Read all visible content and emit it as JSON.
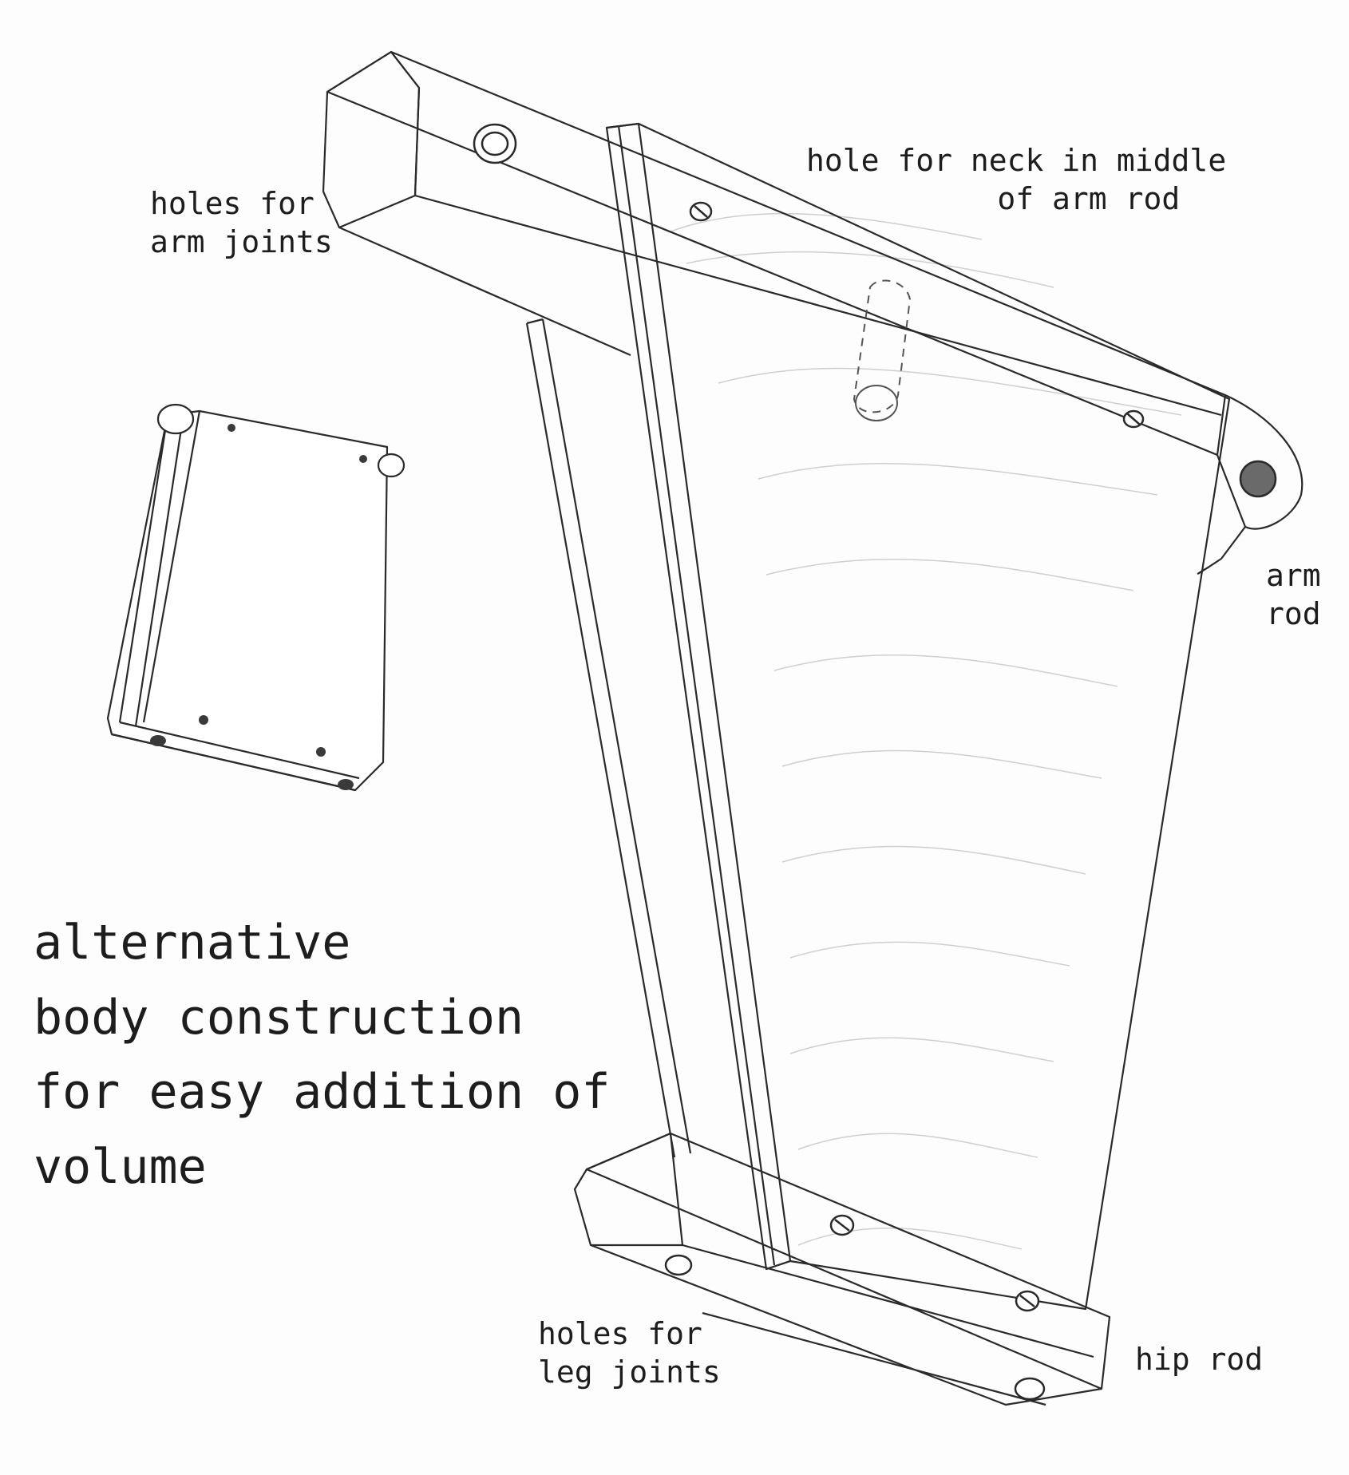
{
  "labels": {
    "arm_holes": [
      "holes for",
      "arm joints"
    ],
    "neck_hole": [
      "hole for neck in middle",
      "of arm rod"
    ],
    "arm_rod": [
      "arm",
      "rod"
    ],
    "title": [
      "alternative",
      "body construction",
      "for easy addition of",
      "volume"
    ],
    "leg_holes": [
      "holes for",
      "leg joints"
    ],
    "hip_rod": "hip rod"
  },
  "colors": {
    "ink": "#2a2a2a",
    "shading": "#c9c9c9",
    "paper": "#fdfdfd"
  }
}
